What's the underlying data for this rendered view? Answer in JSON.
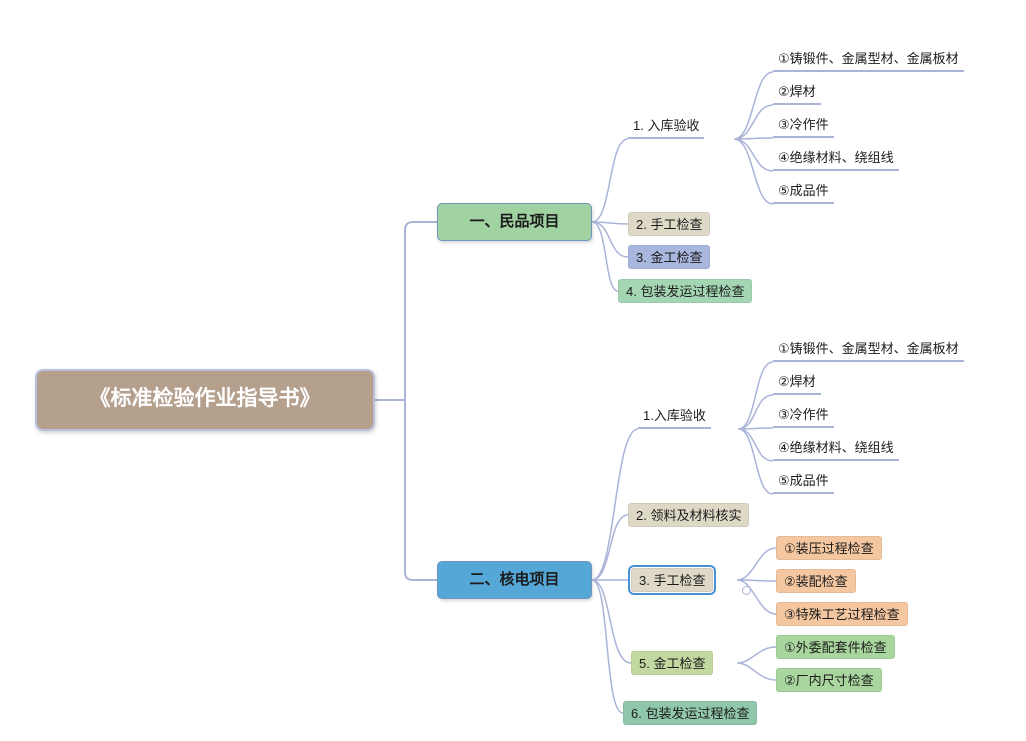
{
  "root": {
    "label": "《标准检验作业指导书》"
  },
  "branches": [
    {
      "label": "一、民品项目",
      "children": [
        {
          "label": "1. 入库验收",
          "children": [
            "①铸锻件、金属型材、金属板材",
            "②焊材",
            "③冷作件",
            "④绝缘材料、绕组线",
            "⑤成品件"
          ]
        },
        {
          "label": "2. 手工检查"
        },
        {
          "label": "3. 金工检查"
        },
        {
          "label": "4. 包装发运过程检查"
        }
      ]
    },
    {
      "label": "二、核电项目",
      "children": [
        {
          "label": "1.入库验收",
          "children": [
            "①铸锻件、金属型材、金属板材",
            "②焊材",
            "③冷作件",
            "④绝缘材料、绕组线",
            "⑤成品件"
          ]
        },
        {
          "label": "2. 领料及材料核实"
        },
        {
          "label": "3. 手工检查",
          "children": [
            "①装压过程检查",
            "②装配检查",
            "③特殊工艺过程检查"
          ]
        },
        {
          "label": "5. 金工检查",
          "children": [
            "①外委配套件检查",
            "②厂内尺寸检查"
          ]
        },
        {
          "label": "6. 包装发运过程检查"
        }
      ]
    }
  ],
  "colors": {
    "root_bg": "#b5a08e",
    "branch1_bg": "#a0d2a2",
    "branch2_bg": "#55a7d8",
    "beige": "#ded9c7",
    "periwinkle": "#a9b6de",
    "green_light": "#a4d6b4",
    "orange": "#f4c7a1",
    "yellow_green": "#c3d8a0",
    "leaf_green": "#a9d69e",
    "teal_green": "#90c6aa",
    "line": "#a9b4d8",
    "selection": "#4a90d9"
  }
}
